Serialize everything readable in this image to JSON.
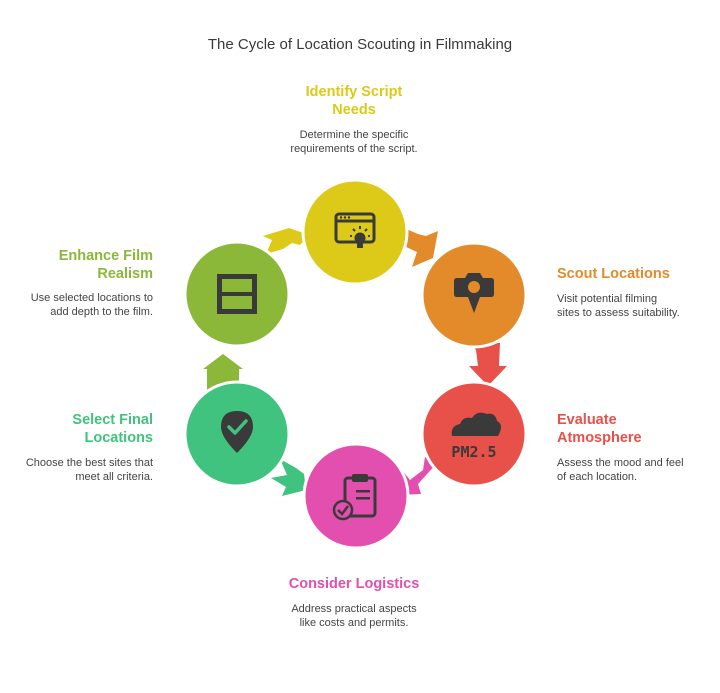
{
  "title": "The Cycle of Location Scouting in Filmmaking",
  "colors": {
    "yellow": "#DDC917",
    "orange": "#E38A2B",
    "red": "#E8504A",
    "pink": "#E24FAE",
    "green": "#3FC37E",
    "olive": "#8CB83A"
  },
  "steps": [
    {
      "heading": "Identify Script Needs",
      "heading_lines": [
        "Identify Script",
        "Needs"
      ],
      "desc_lines": [
        "Determine the specific",
        "requirements of the script."
      ],
      "icon": "browser-lightbulb-icon"
    },
    {
      "heading": "Scout Locations",
      "heading_lines": [
        "Scout Locations"
      ],
      "desc_lines": [
        "Visit potential filming",
        "sites to assess suitability."
      ],
      "icon": "camera-pin-icon"
    },
    {
      "heading": "Evaluate Atmosphere",
      "heading_lines": [
        "Evaluate",
        "Atmosphere"
      ],
      "desc_lines": [
        "Assess the mood and feel",
        "of each location."
      ],
      "icon": "cloud-pm25-icon",
      "icon_text": "PM2.5"
    },
    {
      "heading": "Consider Logistics",
      "heading_lines": [
        "Consider Logistics"
      ],
      "desc_lines": [
        "Address practical aspects",
        "like costs and permits."
      ],
      "icon": "clipboard-check-icon"
    },
    {
      "heading": "Select Final Locations",
      "heading_lines": [
        "Select Final",
        "Locations"
      ],
      "desc_lines": [
        "Choose the best sites that",
        "meet all criteria."
      ],
      "icon": "location-check-icon"
    },
    {
      "heading": "Enhance Film Realism",
      "heading_lines": [
        "Enhance Film",
        "Realism"
      ],
      "desc_lines": [
        "Use selected locations to",
        "add depth to the film."
      ],
      "icon": "film-strip-icon"
    }
  ]
}
